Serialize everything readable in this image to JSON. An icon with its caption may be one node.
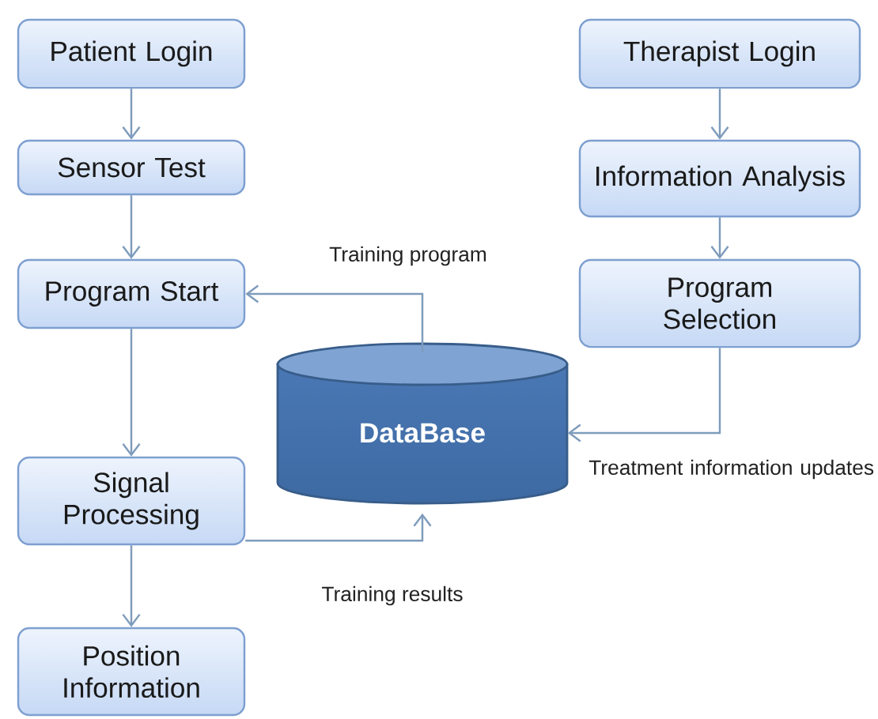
{
  "diagram": {
    "nodes": [
      {
        "text": [
          "Patient Login"
        ]
      },
      {
        "text": [
          "Sensor Test"
        ]
      },
      {
        "text": [
          "Program Start"
        ]
      },
      {
        "text": [
          "Signal Processing"
        ]
      },
      {
        "text": [
          "Position Information"
        ]
      },
      {
        "text": [
          "Therapist Login"
        ]
      },
      {
        "text": [
          "Information Analysis"
        ]
      },
      {
        "text": [
          "Program Selection"
        ]
      },
      {
        "text": [
          "DataBase"
        ]
      }
    ],
    "edges": [
      {
        "from": 0,
        "to": 1,
        "arrow": "to"
      },
      {
        "from": 1,
        "to": 2,
        "arrow": "to"
      },
      {
        "from": 2,
        "to": 3,
        "arrow": "to"
      },
      {
        "from": 3,
        "to": 4,
        "arrow": "to"
      },
      {
        "from": 5,
        "to": 6,
        "arrow": "to"
      },
      {
        "from": 6,
        "to": 7,
        "arrow": "to"
      },
      {
        "from": 8,
        "to": 2,
        "arrow": "to",
        "label": "Training program"
      },
      {
        "from": 7,
        "to": 8,
        "arrow": "to",
        "label": "Treatment information updates"
      },
      {
        "from": 3,
        "to": 8,
        "arrow": "to",
        "label": "Training results"
      }
    ]
  }
}
